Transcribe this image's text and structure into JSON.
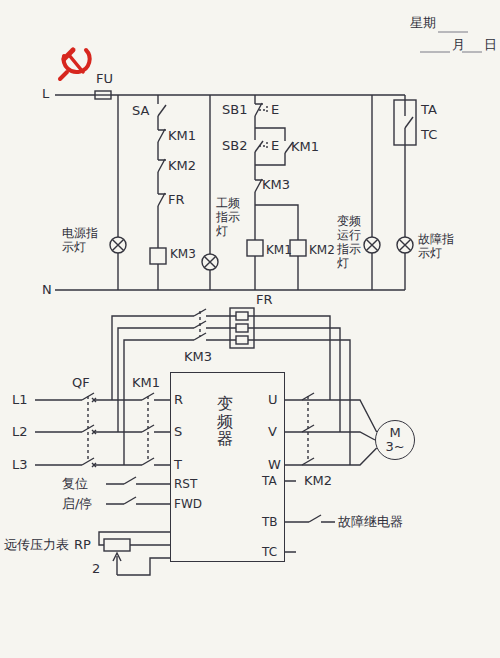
{
  "diagram": {
    "nodes": [
      {
        "text": [
          "变频器"
        ]
      },
      {
        "text": [
          "M",
          "3~"
        ]
      }
    ],
    "edges": [
      {
        "from": 0,
        "to": 1,
        "arrow": "none"
      }
    ],
    "labels": [
      "星期",
      "月",
      "日",
      "L",
      "FU",
      "SA",
      "KM1",
      "KM2",
      "FR",
      "KM3",
      "SB1",
      "E",
      "SB2",
      "E",
      "KM1",
      "KM3",
      "电源指示灯",
      "工频指示灯",
      "KM1",
      "KM2",
      "TA",
      "TC",
      "变频运行指示灯",
      "故障指示灯",
      "N",
      "FR",
      "KM3",
      "QF",
      "KM1",
      "L1",
      "L2",
      "L3",
      "R",
      "S",
      "T",
      "U",
      "V",
      "W",
      "RST",
      "FWD",
      "复位",
      "启/停",
      "KM2",
      "TA",
      "TB",
      "TC",
      "故障继电器",
      "远传压力表",
      "RP",
      "2"
    ]
  }
}
